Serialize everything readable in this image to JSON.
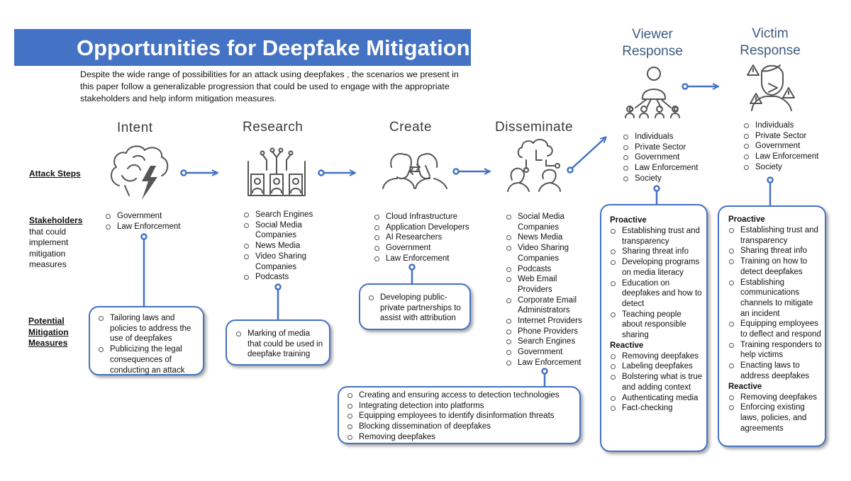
{
  "title": "Opportunities for Deepfake Mitigation",
  "intro": "Despite the wide range of possibilities for an attack using  deepfakes , the scenarios we present in this paper follow a generalizable progression that could be used to engage with the appropriate stakeholders and help inform mitigation measures.",
  "row_labels": {
    "attack_steps": "Attack Steps",
    "stakeholders_bold": "Stakeholders",
    "stakeholders_rest": "that could implement mitigation measures",
    "potential_mitigation": "Potential Mitigation Measures"
  },
  "steps": {
    "intent": {
      "title": "Intent",
      "icon": "brain-lightning-icon",
      "stakeholders": [
        "Government",
        "Law Enforcement"
      ],
      "mitigation": [
        "Tailoring laws and policies to address the use of deepfakes",
        "Publicizing the legal consequences of conducting an attack"
      ]
    },
    "research": {
      "title": "Research",
      "icon": "people-network-icon",
      "stakeholders": [
        "Search Engines",
        "Social Media Companies",
        "News Media",
        "Video Sharing Companies",
        "Podcasts"
      ],
      "mitigation": [
        "Marking of media that could be used in deepfake training"
      ]
    },
    "create": {
      "title": "Create",
      "icon": "face-swap-icon",
      "stakeholders": [
        "Cloud Infrastructure",
        "Application Developers",
        "AI Researchers",
        "Government",
        "Law Enforcement"
      ],
      "mitigation": [
        "Developing public-private partnerships to assist with attribution"
      ]
    },
    "disseminate": {
      "title": "Disseminate",
      "icon": "cloud-share-icon",
      "stakeholders": [
        "Social Media Companies",
        "News Media",
        "Video Sharing Companies",
        "Podcasts",
        "Web Email Providers",
        "Corporate Email Administrators",
        "Internet Providers",
        "Phone Providers",
        "Search Engines",
        "Government",
        "Law Enforcement"
      ],
      "mitigation": [
        "Creating and ensuring access to detection technologies",
        "Integrating detection into platforms",
        "Equipping employees to identify disinformation threats",
        "Blocking dissemination of deepfakes",
        "Removing deepfakes"
      ]
    }
  },
  "viewer": {
    "title_line1": "Viewer",
    "title_line2": "Response",
    "icon": "viewer-network-icon",
    "stakeholders": [
      "Individuals",
      "Private Sector",
      "Government",
      "Law Enforcement",
      "Society"
    ],
    "proactive_label": "Proactive",
    "proactive": [
      "Establishing trust and transparency",
      "Sharing threat info",
      "Developing programs on media literacy",
      "Education on deepfakes and how to detect",
      "Teaching people about responsible sharing"
    ],
    "reactive_label": "Reactive",
    "reactive": [
      "Removing deepfakes",
      "Labeling deepfakes",
      "Bolstering what is true and adding context",
      "Authenticating media",
      "Fact-checking"
    ]
  },
  "victim": {
    "title_line1": "Victim",
    "title_line2": "Response",
    "icon": "victim-warning-icon",
    "stakeholders": [
      "Individuals",
      "Private Sector",
      "Government",
      "Law Enforcement",
      "Society"
    ],
    "proactive_label": "Proactive",
    "proactive": [
      "Establishing trust and transparency",
      "Sharing threat info",
      "Training on how to detect deepfakes",
      "Establishing communications channels to mitigate an incident",
      "Equipping employees to deflect and respond",
      "Training responders to help victims",
      "Enacting laws to address deepfakes"
    ],
    "reactive_label": "Reactive",
    "reactive": [
      "Removing deepfakes",
      "Enforcing existing laws, policies, and agreements"
    ]
  },
  "colors": {
    "accent": "#4472c4",
    "banner": "#4472c4",
    "response_title": "#3d5a80",
    "icon_stroke": "#555555"
  }
}
